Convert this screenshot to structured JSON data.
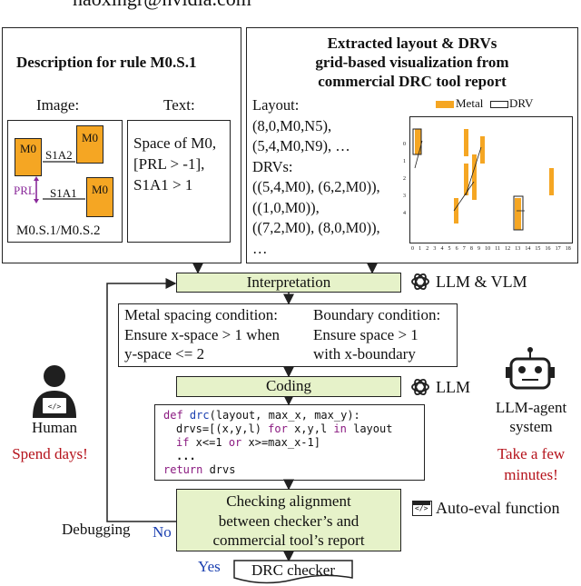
{
  "header": {
    "email": "haoxingr@nvidia.com"
  },
  "rule_panel": {
    "title": "Description for rule M0.S.1",
    "image_label": "Image:",
    "text_label": "Text:",
    "m0": "M0",
    "s1a2": "S1A2",
    "s1a1": "S1A1",
    "prl": "PRL",
    "footer": "M0.S.1/M0.S.2",
    "text_lines": [
      "Space of M0,",
      "[PRL > -1],",
      "S1A1 > 1"
    ]
  },
  "extract_panel": {
    "title_lines": [
      "Extracted layout & DRVs",
      "grid-based visualization from",
      "commercial DRC tool report"
    ],
    "lines": [
      "Layout:",
      "(8,0,M0,N5),",
      "(5,4,M0,N9), …",
      "DRVs:",
      "((5,4,M0), (6,2,M0)),",
      "((1,0,M0)),",
      "((7,2,M0), (8,0,M0)),",
      "…"
    ],
    "legend_metal": "Metal",
    "legend_drv": "DRV",
    "x_ticks": [
      "0",
      "1",
      "2",
      "3",
      "4",
      "5",
      "6",
      "7",
      "8",
      "9",
      "10",
      "11",
      "12",
      "13",
      "14",
      "15",
      "16",
      "17",
      "18"
    ],
    "y_ticks": [
      "0",
      "1",
      "2",
      "3",
      "4"
    ]
  },
  "interpretation": {
    "label": "Interpretation",
    "tool": "LLM & VLM"
  },
  "conditions": {
    "left": [
      "Metal spacing condition:",
      "Ensure x-space > 1 when",
      "y-space <= 2"
    ],
    "right": [
      "Boundary condition:",
      "Ensure space > 1",
      "with x-boundary"
    ]
  },
  "coding": {
    "label": "Coding",
    "tool": "LLM"
  },
  "code": {
    "line1": {
      "kw": "def",
      "name": "drc",
      "args": "(layout, max_x, max_y):"
    },
    "line2": {
      "a": "drvs=[(x,y,l) ",
      "kw1": "for",
      "b": " x,y,l ",
      "kw2": "in",
      "c": " layout"
    },
    "line3": {
      "kw": "if",
      "a": " x<=1 ",
      "kw2": "or",
      "b": " x>=max_x-1]"
    },
    "line4": "...",
    "line5": {
      "kw": "return",
      "a": " drvs"
    }
  },
  "checking": {
    "lines": [
      "Checking alignment",
      "between checker’s and",
      "commercial tool’s report"
    ],
    "tool": "Auto-eval function"
  },
  "flow": {
    "debugging": "Debugging",
    "no": "No",
    "yes": "Yes",
    "drc_checker": "DRC checker"
  },
  "human": {
    "label": "Human",
    "note": "Spend days!"
  },
  "agent": {
    "label_lines": [
      "LLM-agent",
      "system"
    ],
    "note_lines": [
      "Take a few",
      "minutes!"
    ]
  },
  "colors": {
    "metal": "#f5a623",
    "green": "#e6f2c9",
    "red": "#b5121b",
    "blue": "#1a3fb0"
  }
}
